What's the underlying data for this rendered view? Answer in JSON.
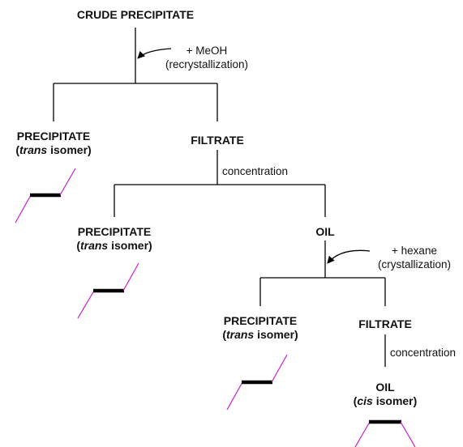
{
  "nodes": {
    "crude": {
      "title": "CRUDE PRECIPITATE"
    },
    "precipitate_1": {
      "title": "PRECIPITATE",
      "sub_pre": "(",
      "sub_italic": "trans",
      "sub_post": " isomer)"
    },
    "filtrate_1": {
      "title": "FILTRATE"
    },
    "precipitate_2": {
      "title": "PRECIPITATE",
      "sub_pre": "(",
      "sub_italic": "trans",
      "sub_post": " isomer)"
    },
    "oil_1": {
      "title": "OIL"
    },
    "precipitate_3": {
      "title": "PRECIPITATE",
      "sub_pre": "(",
      "sub_italic": "trans",
      "sub_post": " isomer)"
    },
    "filtrate_2": {
      "title": "FILTRATE"
    },
    "oil_2": {
      "title": "OIL",
      "sub_pre": "(",
      "sub_italic": "cis",
      "sub_post": " isomer)"
    }
  },
  "steps": {
    "meoh": {
      "reagent": "+ MeOH",
      "process": "(recrystallization)"
    },
    "concentration_1": {
      "label": "concentration"
    },
    "hexane": {
      "reagent": "+ hexane",
      "process": "(crystallization)"
    },
    "concentration_2": {
      "label": "concentration"
    }
  },
  "colors": {
    "bond": "#c81ecb",
    "double_bond": "#000000",
    "line": "#000000"
  },
  "isomer_sketches": [
    "trans",
    "trans",
    "trans",
    "cis"
  ]
}
